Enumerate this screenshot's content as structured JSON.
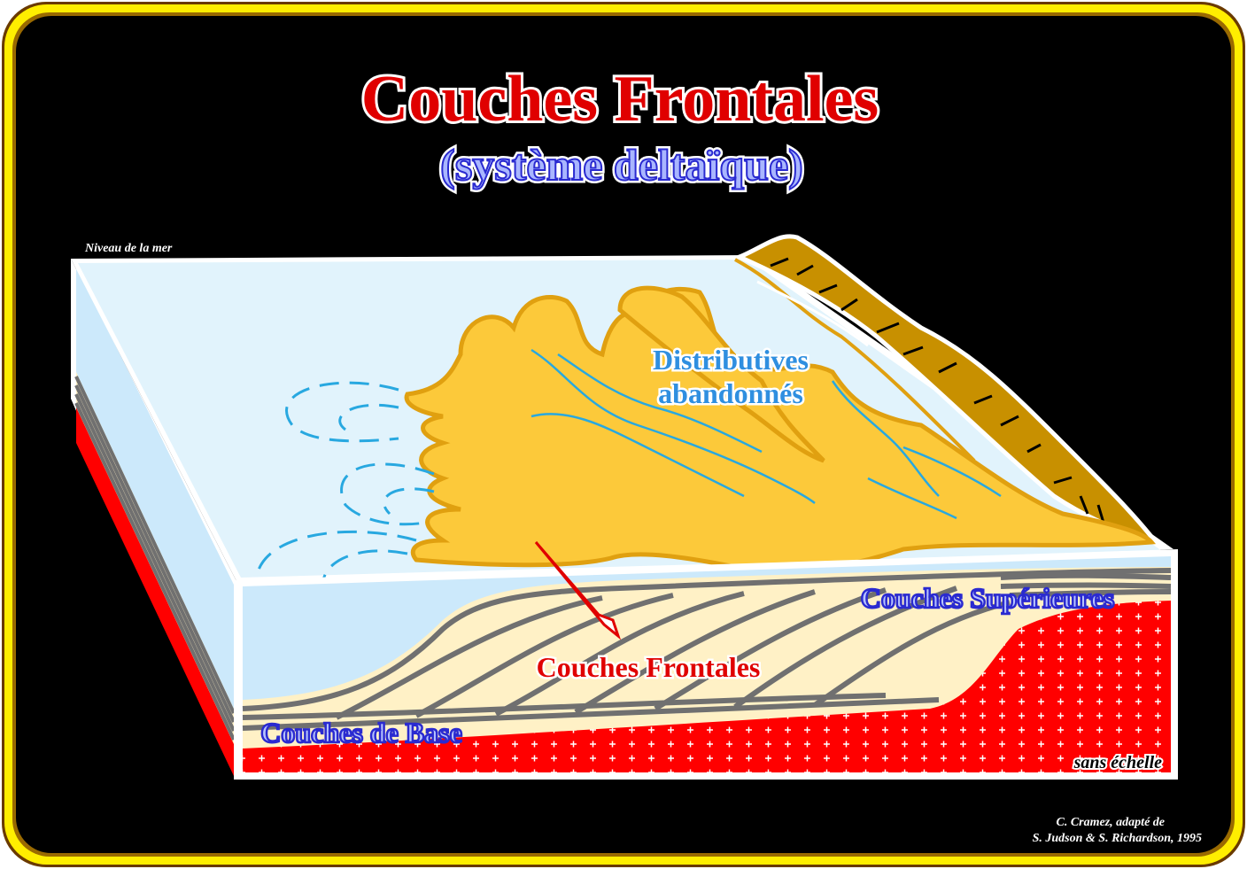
{
  "title": "Couches Frontales",
  "subtitle": "(système deltaïque)",
  "labels": {
    "sea_level": "Niveau de la mer",
    "distributaries_line1": "Distributives",
    "distributaries_line2": "abandonnés",
    "upper_layers": "Couches Supérieures",
    "frontal_layers": "Couches Frontales",
    "base_layers": "Couches de Base",
    "scale": "sans échelle"
  },
  "credits": {
    "line1": "C. Cramez, adapté de",
    "line2": "S. Judson & S. Richardson, 1995"
  },
  "colors": {
    "frame": "#ffee00",
    "background": "#000000",
    "title": "#e00000",
    "water": "#cce9fb",
    "sand": "#fcc93a",
    "basement": "#ff0000"
  }
}
